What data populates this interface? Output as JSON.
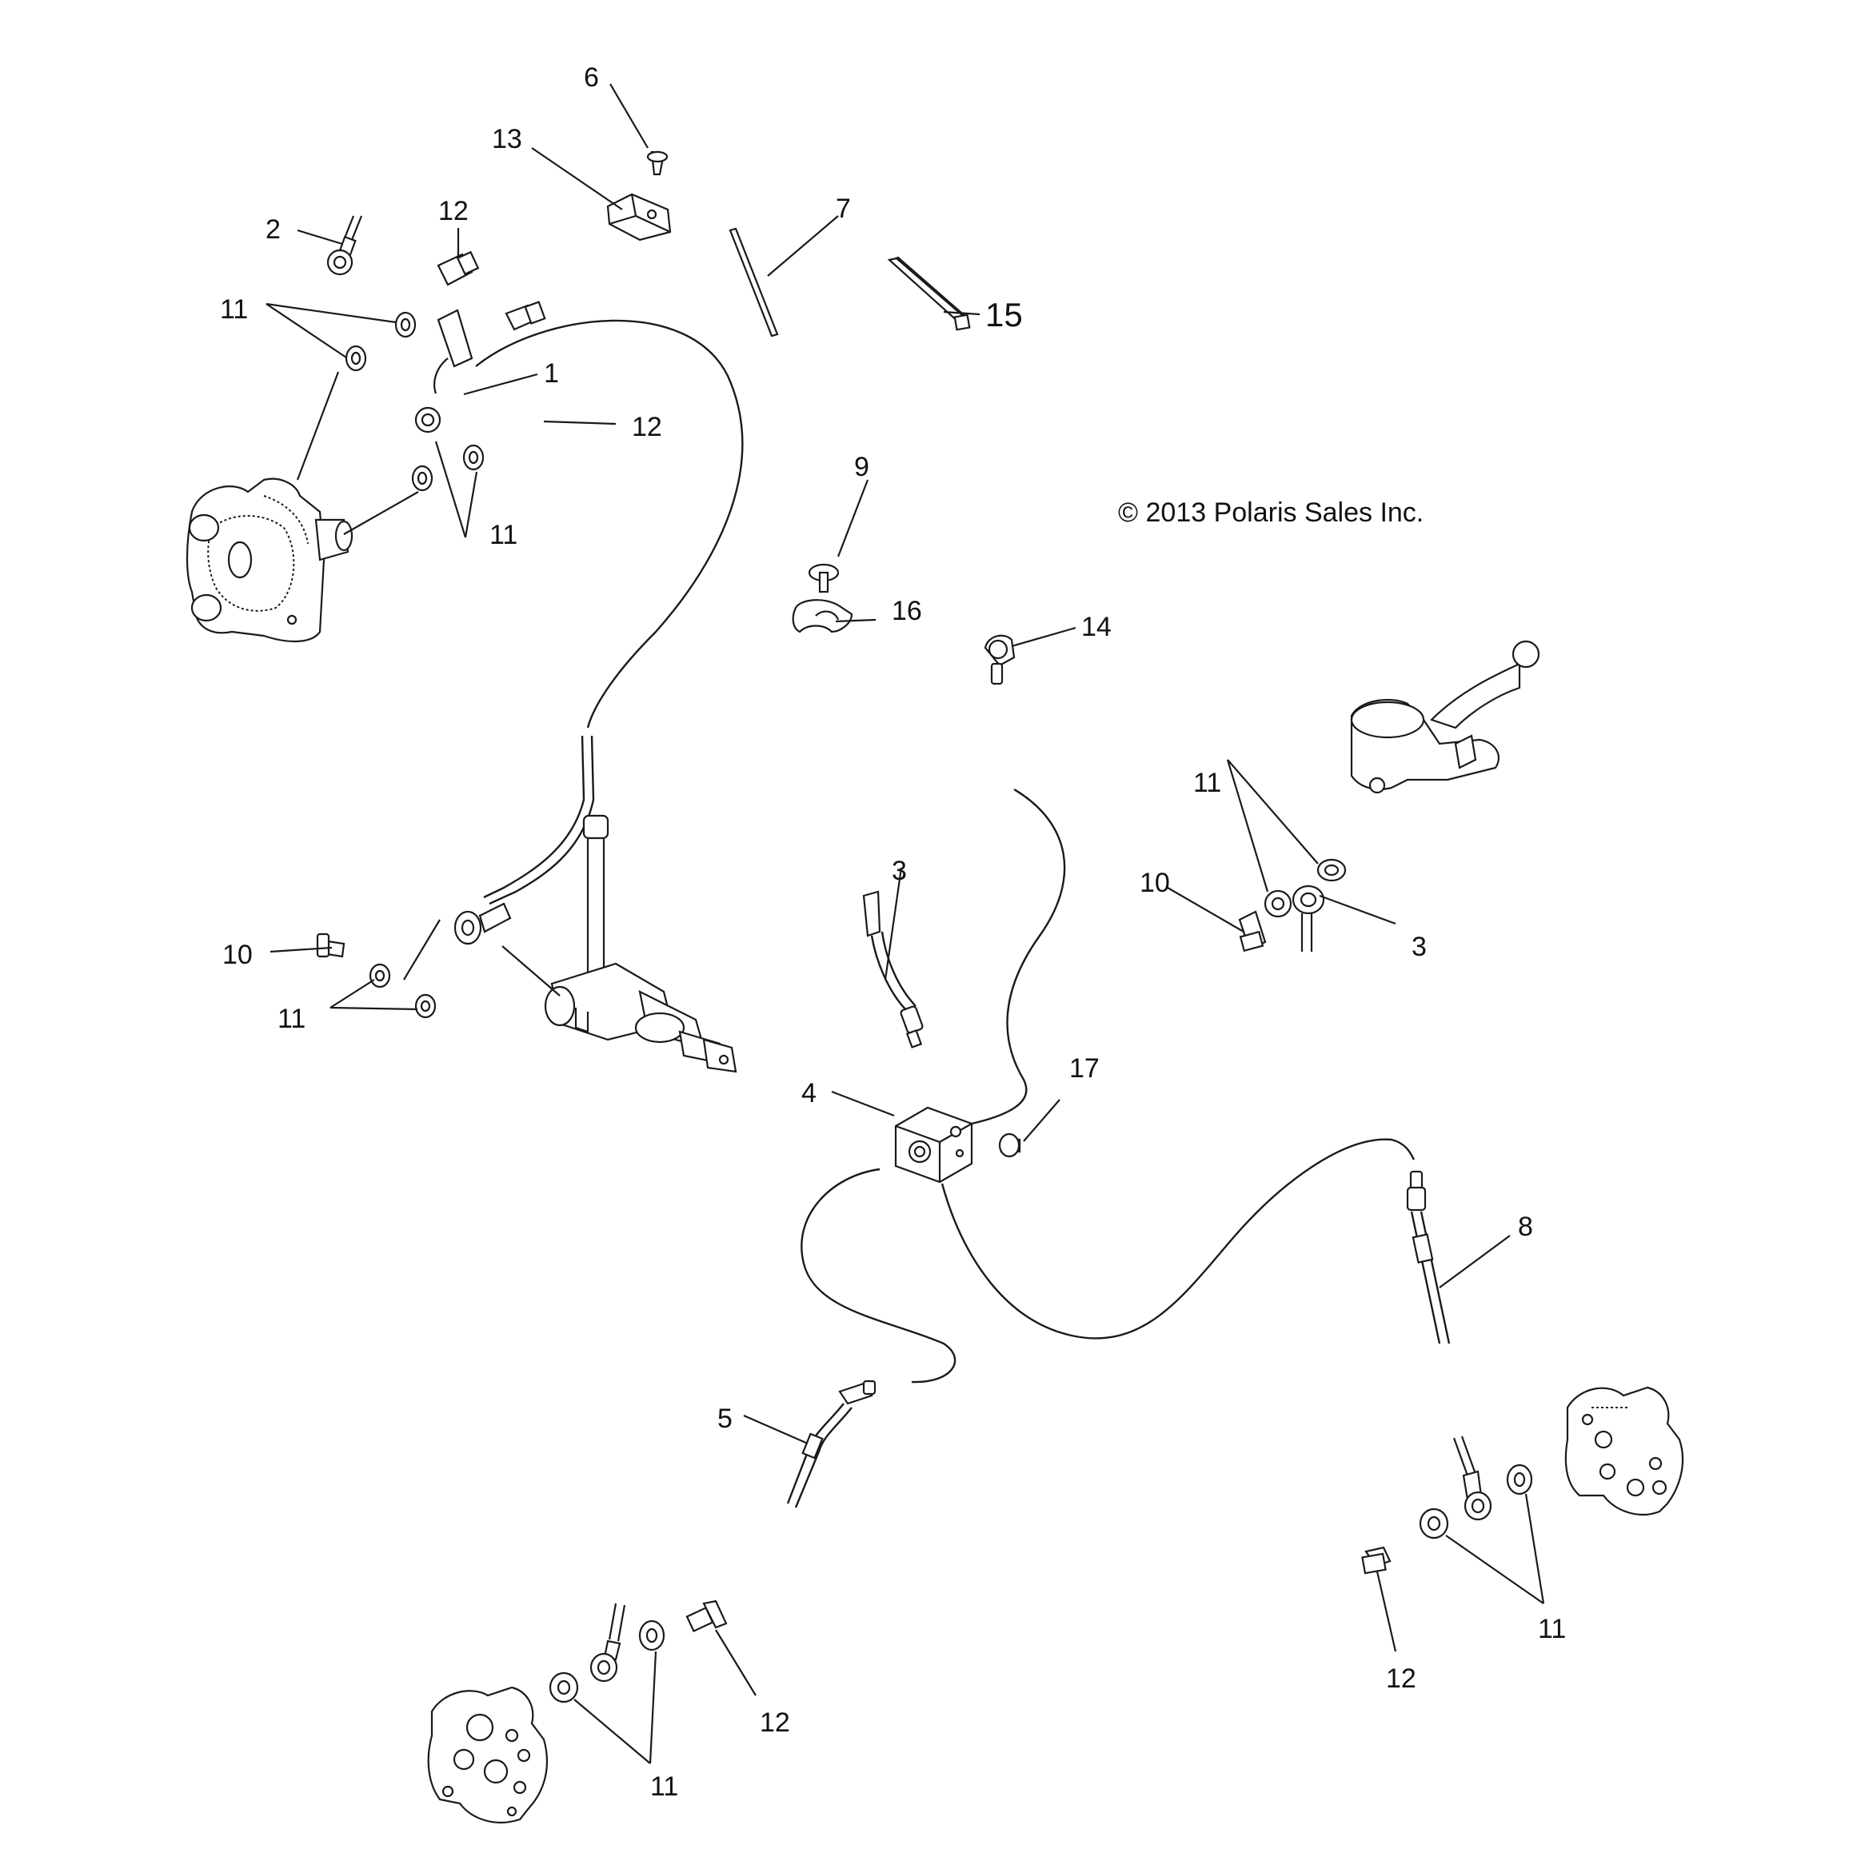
{
  "copyright": "© 2013 Polaris Sales Inc.",
  "callouts": {
    "c1": "1",
    "c2": "2",
    "c3a": "3",
    "c3b": "3",
    "c4": "4",
    "c5": "5",
    "c6": "6",
    "c7": "7",
    "c8": "8",
    "c9": "9",
    "c10a": "10",
    "c10b": "10",
    "c11a": "11",
    "c11b": "11",
    "c11c": "11",
    "c11d": "11",
    "c11e": "11",
    "c11f": "11",
    "c12a": "12",
    "c12b": "12",
    "c12c": "12",
    "c12d": "12",
    "c13": "13",
    "c14": "14",
    "c15": "15",
    "c16": "16",
    "c17": "17"
  }
}
